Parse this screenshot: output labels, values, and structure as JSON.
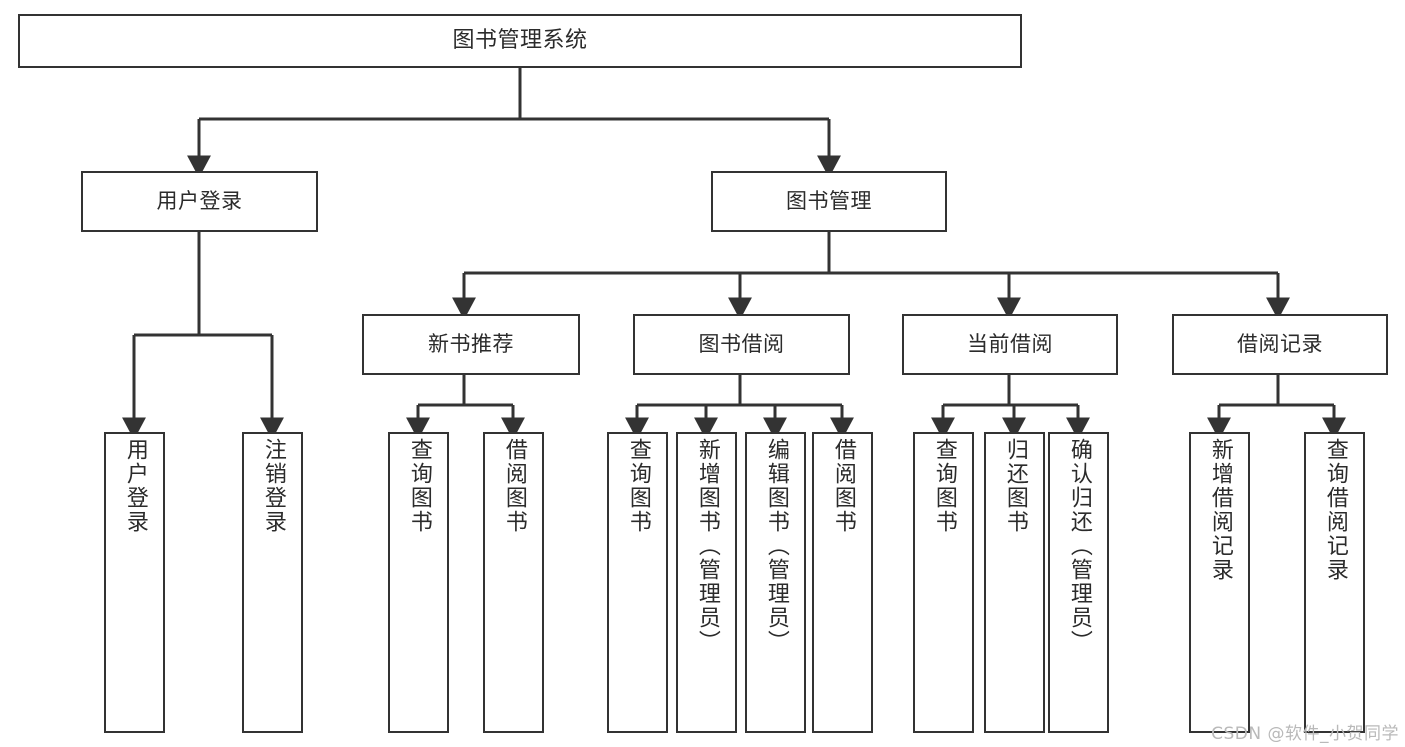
{
  "diagram": {
    "title": "图书管理系统",
    "watermark": "CSDN @软件_小贺同学",
    "colors": {
      "box_border": "#333333",
      "box_fill": "#ffffff",
      "text": "#2b2b2b",
      "connector": "#333333",
      "watermark": "#b9b9b9",
      "background": "#ffffff"
    },
    "levels": {
      "root": "图书管理系统",
      "level2": [
        "用户登录",
        "图书管理"
      ],
      "level3": [
        "新书推荐",
        "图书借阅",
        "当前借阅",
        "借阅记录"
      ]
    },
    "nodes": {
      "root": {
        "label": "图书管理系统"
      },
      "user_login": {
        "label": "用户登录"
      },
      "book_mgmt": {
        "label": "图书管理"
      },
      "new_book_rec": {
        "label": "新书推荐"
      },
      "book_borrow": {
        "label": "图书借阅"
      },
      "current_borrow": {
        "label": "当前借阅"
      },
      "borrow_record": {
        "label": "借阅记录"
      },
      "leaf_user_login": {
        "label": "用户登录"
      },
      "leaf_logout": {
        "label": "注销登录"
      },
      "leaf_query_book_a": {
        "label": "查询图书"
      },
      "leaf_borrow_book_a": {
        "label": "借阅图书"
      },
      "leaf_query_book_b": {
        "label": "查询图书"
      },
      "leaf_add_book": {
        "label": "新增图书（管理员）"
      },
      "leaf_edit_book": {
        "label": "编辑图书（管理员）"
      },
      "leaf_borrow_book_b": {
        "label": "借阅图书"
      },
      "leaf_query_book_c": {
        "label": "查询图书"
      },
      "leaf_return_book": {
        "label": "归还图书"
      },
      "leaf_confirm_return": {
        "label": "确认归还（管理员）"
      },
      "leaf_add_record": {
        "label": "新增借阅记录"
      },
      "leaf_query_record": {
        "label": "查询借阅记录"
      }
    },
    "edges": [
      {
        "from": "root",
        "to": "user_login"
      },
      {
        "from": "root",
        "to": "book_mgmt"
      },
      {
        "from": "user_login",
        "to": "leaf_user_login"
      },
      {
        "from": "user_login",
        "to": "leaf_logout"
      },
      {
        "from": "book_mgmt",
        "to": "new_book_rec"
      },
      {
        "from": "book_mgmt",
        "to": "book_borrow"
      },
      {
        "from": "book_mgmt",
        "to": "current_borrow"
      },
      {
        "from": "book_mgmt",
        "to": "borrow_record"
      },
      {
        "from": "new_book_rec",
        "to": "leaf_query_book_a"
      },
      {
        "from": "new_book_rec",
        "to": "leaf_borrow_book_a"
      },
      {
        "from": "book_borrow",
        "to": "leaf_query_book_b"
      },
      {
        "from": "book_borrow",
        "to": "leaf_add_book"
      },
      {
        "from": "book_borrow",
        "to": "leaf_edit_book"
      },
      {
        "from": "book_borrow",
        "to": "leaf_borrow_book_b"
      },
      {
        "from": "current_borrow",
        "to": "leaf_query_book_c"
      },
      {
        "from": "current_borrow",
        "to": "leaf_return_book"
      },
      {
        "from": "current_borrow",
        "to": "leaf_confirm_return"
      },
      {
        "from": "borrow_record",
        "to": "leaf_add_record"
      },
      {
        "from": "borrow_record",
        "to": "leaf_query_record"
      }
    ]
  }
}
